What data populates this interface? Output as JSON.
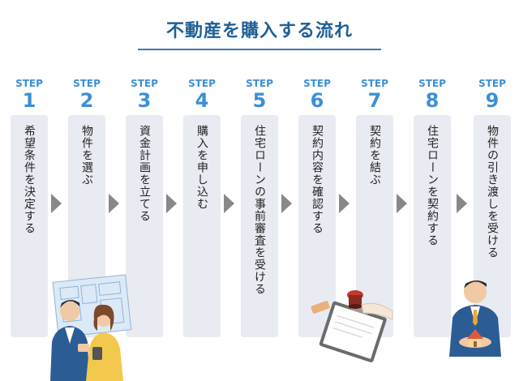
{
  "title": "不動産を購入する流れ",
  "steps": [
    {
      "label": "STEP",
      "number": "1",
      "text": "希望条件を決定する"
    },
    {
      "label": "STEP",
      "number": "2",
      "text": "物件を選ぶ"
    },
    {
      "label": "STEP",
      "number": "3",
      "text": "資金計画を立てる"
    },
    {
      "label": "STEP",
      "number": "4",
      "text": "購入を申し込む"
    },
    {
      "label": "STEP",
      "number": "5",
      "text": "住宅ローンの事前審査を受ける"
    },
    {
      "label": "STEP",
      "number": "6",
      "text": "契約内容を確認する"
    },
    {
      "label": "STEP",
      "number": "7",
      "text": "契約を結ぶ"
    },
    {
      "label": "STEP",
      "number": "8",
      "text": "住宅ローンを契約する"
    },
    {
      "label": "STEP",
      "number": "9",
      "text": "物件の引き渡しを受ける"
    }
  ],
  "colors": {
    "title": "#1e5f96",
    "step": "#3d8fd6",
    "card": "#e9ebf2",
    "arrow": "#888888"
  },
  "illustrations": [
    "couple-with-blueprint",
    "contract-clipboard-with-stamp",
    "man-holding-house-model"
  ]
}
